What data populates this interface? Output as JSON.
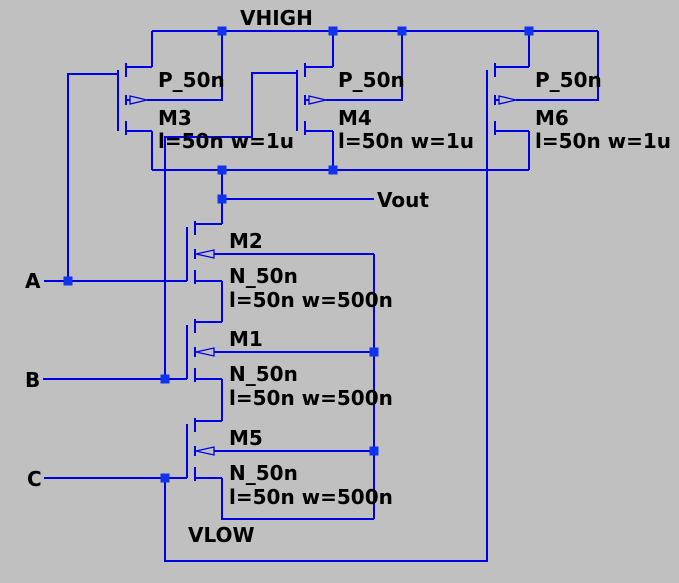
{
  "schematic": {
    "colors": {
      "background": "#c0c0c0",
      "wire": "#0000e6",
      "junction": "#1133ee",
      "text": "#000000"
    },
    "nets": {
      "vhigh": "VHIGH",
      "vlow": "VLOW",
      "vout": "Vout",
      "a": "A",
      "b": "B",
      "c": "C"
    },
    "transistors": {
      "m3": {
        "name": "M3",
        "model": "P_50n",
        "params": "l=50n w=1u"
      },
      "m4": {
        "name": "M4",
        "model": "P_50n",
        "params": "l=50n w=1u"
      },
      "m6": {
        "name": "M6",
        "model": "P_50n",
        "params": "l=50n w=1u"
      },
      "m2": {
        "name": "M2",
        "model": "N_50n",
        "params": "l=50n w=500n"
      },
      "m1": {
        "name": "M1",
        "model": "N_50n",
        "params": "l=50n w=500n"
      },
      "m5": {
        "name": "M5",
        "model": "N_50n",
        "params": "l=50n w=500n"
      }
    }
  }
}
